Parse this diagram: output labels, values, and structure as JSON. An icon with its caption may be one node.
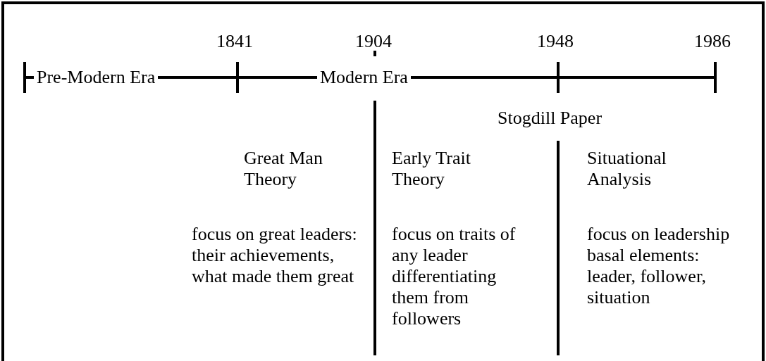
{
  "diagram": {
    "labels": [
      "1841",
      "1904",
      "1948",
      "1986",
      "Pre-Modern Era",
      "Modern Era",
      "Stogdill Paper",
      "Great Man Theory",
      "Early Trait Theory",
      "Situational Analysis",
      "focus on great leaders: their achievements, what made them great",
      "focus on traits of any leader differentiating them from followers",
      "focus on leadership basal elements: leader, follower, situation"
    ]
  }
}
